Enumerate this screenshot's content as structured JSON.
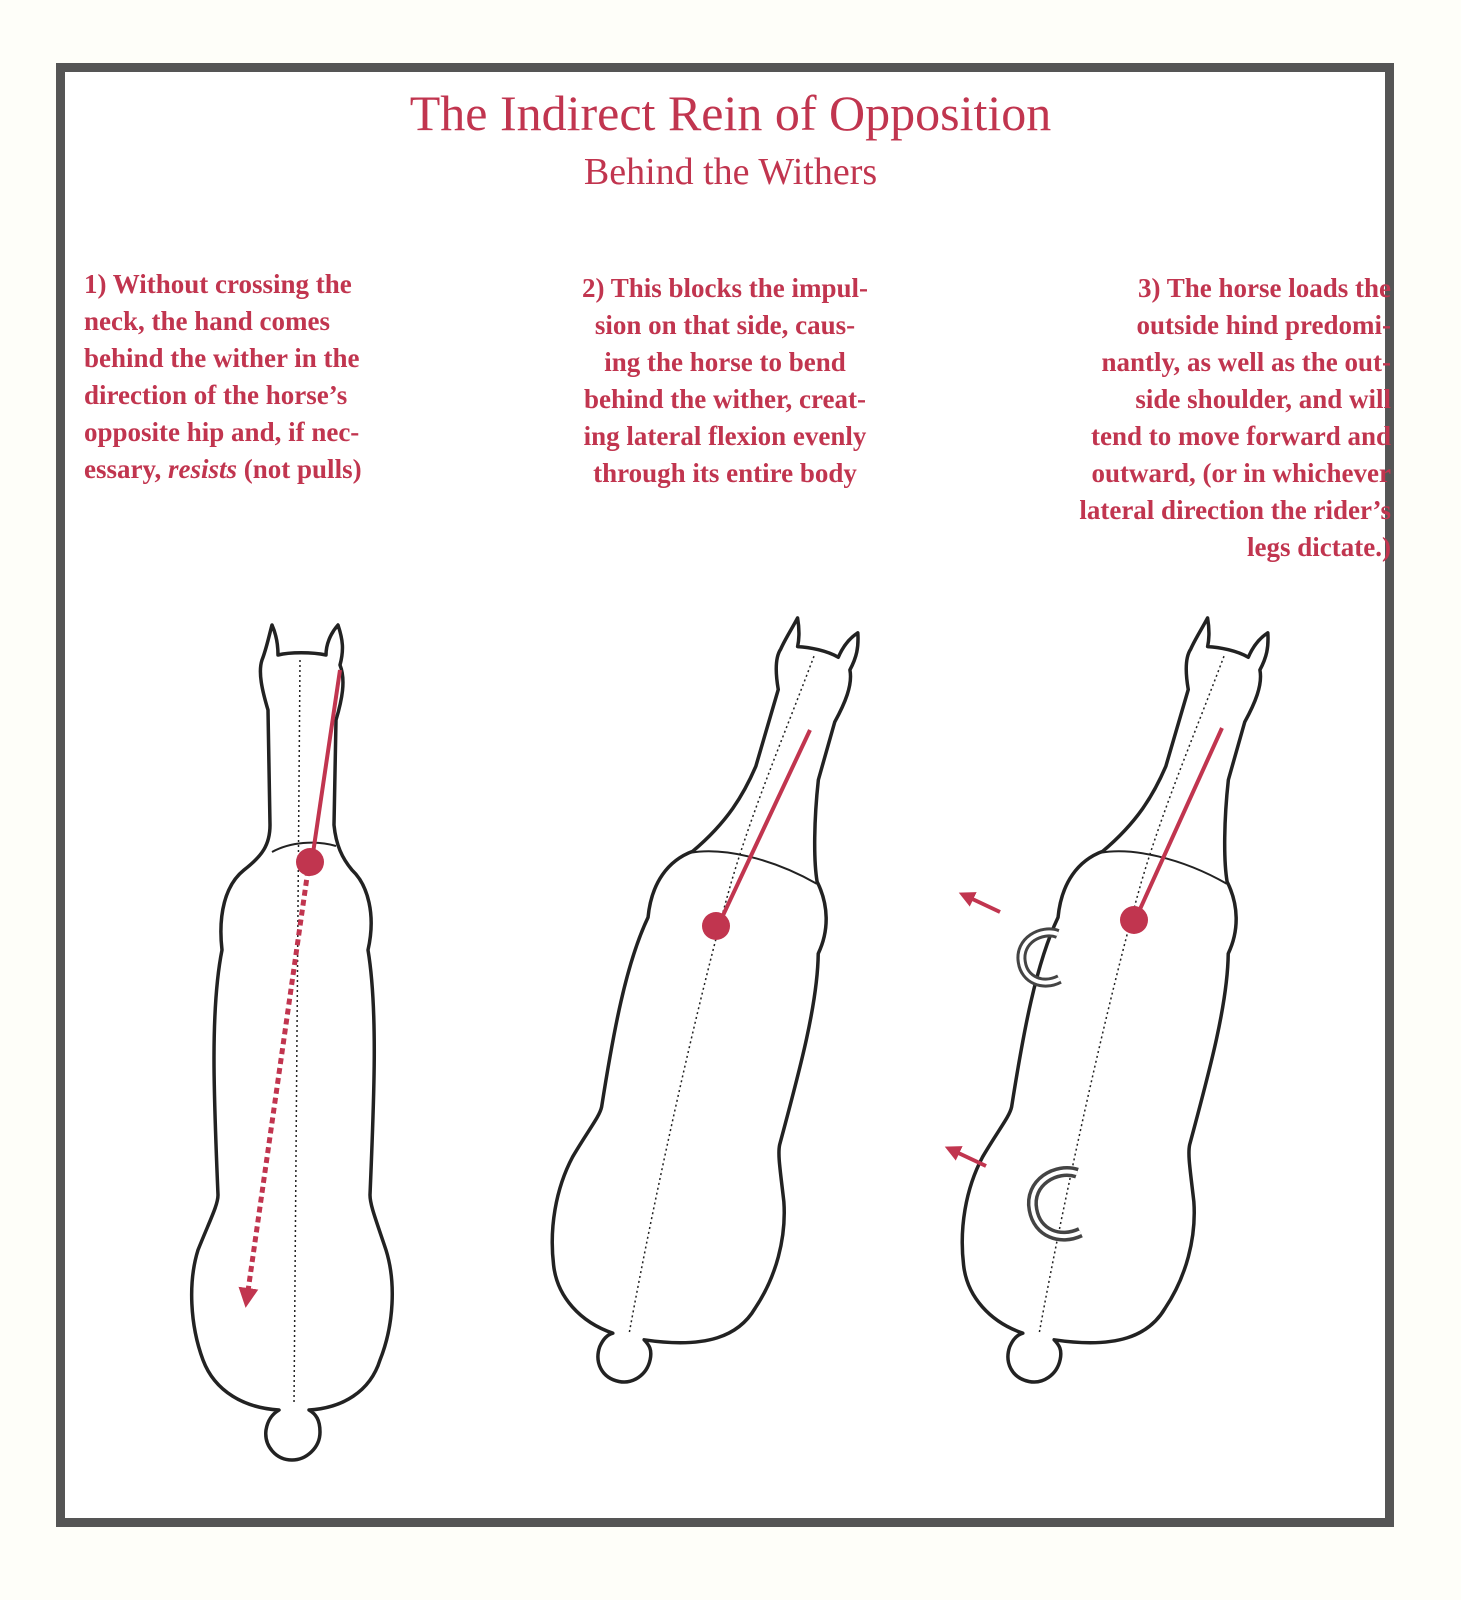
{
  "title": "The Indirect Rein of Opposition",
  "subtitle": "Behind the Withers",
  "steps": [
    {
      "lines": [
        "1) Without crossing the",
        "neck, the hand comes",
        "behind the wither in the",
        "direction of the horse’s",
        "opposite hip and, if nec-"
      ],
      "last_prefix": "essary, ",
      "last_emphasis": "resists",
      "last_suffix": " (not pulls)"
    },
    {
      "lines": [
        "2) This blocks the impul-",
        "sion on that side, caus-",
        "ing the horse to bend",
        "behind the wither, creat-",
        "ing lateral flexion evenly",
        "through its entire body"
      ]
    },
    {
      "lines": [
        "3) The horse loads the",
        "outside hind predomi-",
        "nantly, as well as the out-",
        "side shoulder, and will",
        "tend to move forward and",
        "outward, (or in whichever",
        "lateral direction the rider’s",
        "legs dictate.)"
      ]
    }
  ],
  "colors": {
    "accent": "#c1354f",
    "frame": "#555555",
    "outline": "#222222"
  },
  "icons": [
    "horseshoe-icon"
  ]
}
